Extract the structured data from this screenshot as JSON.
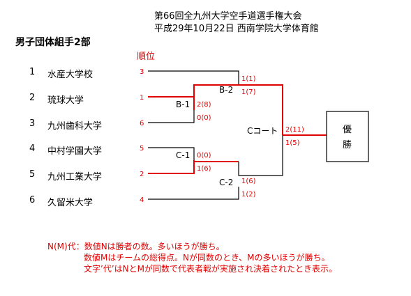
{
  "header": {
    "title_line1": "第66回全九州大学空手道選手権大会",
    "title_line2": "平成29年10月22日  西南学院大学体育館"
  },
  "section_title": "男子団体組手2部",
  "rank_header": "順位",
  "teams": [
    {
      "no": "1",
      "name": "水産大学校",
      "rank": "3"
    },
    {
      "no": "2",
      "name": "琉球大学",
      "rank": "1"
    },
    {
      "no": "3",
      "name": "九州歯科大学",
      "rank": "6"
    },
    {
      "no": "4",
      "name": "中村学園大学",
      "rank": "5"
    },
    {
      "no": "5",
      "name": "九州工業大学",
      "rank": "2"
    },
    {
      "no": "6",
      "name": "久留米大学",
      "rank": "4"
    }
  ],
  "matches": {
    "b1": {
      "label": "B-1",
      "top_score": "2(8)",
      "bottom_score": "0(0)"
    },
    "b2": {
      "label": "B-2",
      "top_score": "1(1)",
      "bottom_score": "1(7)"
    },
    "c1": {
      "label": "C-1",
      "top_score": "0(0)",
      "bottom_score": "1(6)"
    },
    "c2": {
      "label": "C-2",
      "top_score": "1(6)",
      "bottom_score": "1(2)"
    },
    "final": {
      "label": "Cコート",
      "top_score": "2(11)",
      "bottom_score": "1(5)"
    }
  },
  "winner_box": {
    "line1": "優",
    "line2": "勝"
  },
  "notes": [
    "N(M)代：数値Nは勝者の数。多いほうが勝ち。",
    "数値Mはチームの総得点。Nが同数のとき、Mの多いほうが勝ち。",
    "文字’代’はNとMが同数で代表者戦が実施され決着されたとき表示。"
  ],
  "colors": {
    "winner_line": "#e00000",
    "line": "#000000",
    "score_text": "#e00000"
  }
}
